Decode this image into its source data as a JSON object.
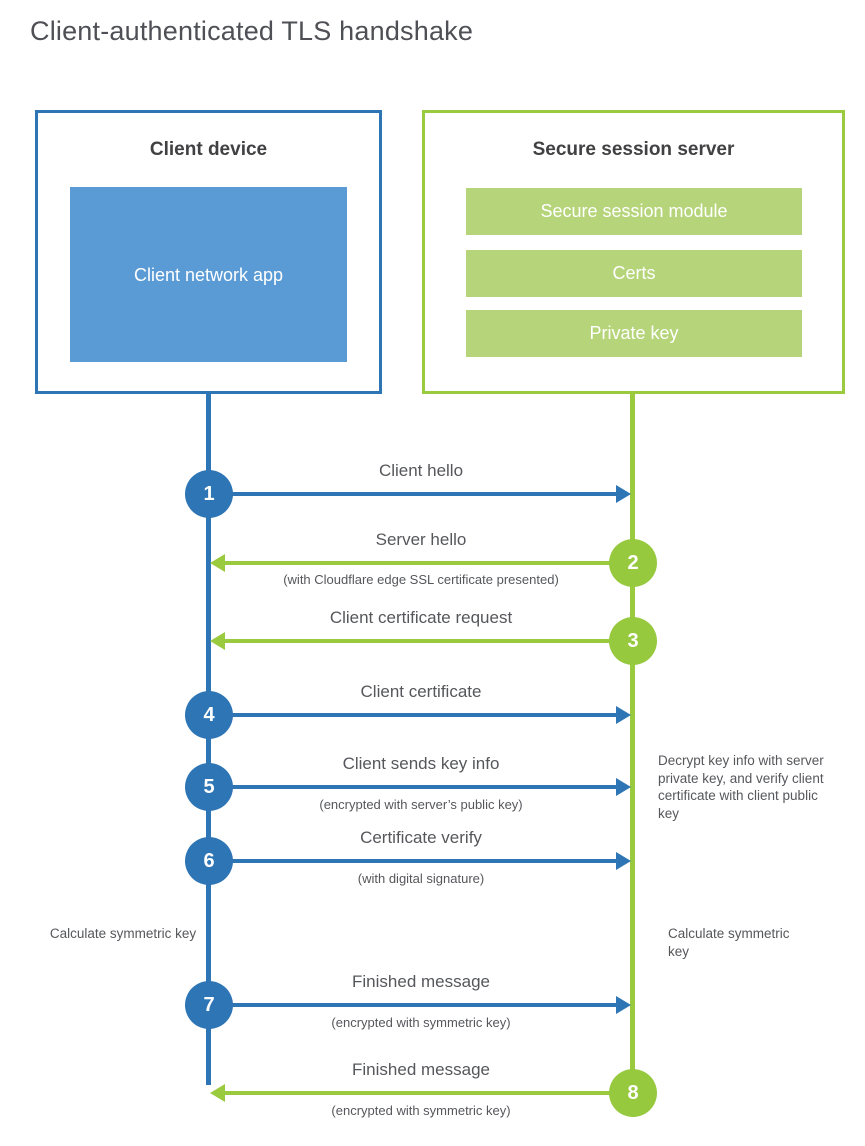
{
  "title": "Client-authenticated TLS handshake",
  "colors": {
    "blue_line": "#2e75b6",
    "blue_fill": "#5b9bd5",
    "green_line": "#9aca3e",
    "green_circle": "#97c93f",
    "green_fill": "#b6d57a",
    "heading_text": "#414042",
    "label_text": "#56575b",
    "white_text": "#ffffff"
  },
  "client_box": {
    "title": "Client device",
    "app_label": "Client network app"
  },
  "server_box": {
    "title": "Secure session server",
    "modules": [
      "Secure session module",
      "Certs",
      "Private key"
    ]
  },
  "steps": [
    {
      "num": "1",
      "actor": "client",
      "direction": "right",
      "label": "Client hello",
      "sub": ""
    },
    {
      "num": "2",
      "actor": "server",
      "direction": "left",
      "label": "Server hello",
      "sub": "(with Cloudflare edge SSL certificate presented)"
    },
    {
      "num": "3",
      "actor": "server",
      "direction": "left",
      "label": "Client certificate request",
      "sub": ""
    },
    {
      "num": "4",
      "actor": "client",
      "direction": "right",
      "label": "Client certificate",
      "sub": ""
    },
    {
      "num": "5",
      "actor": "client",
      "direction": "right",
      "label": "Client sends key info",
      "sub": "(encrypted with server’s public key)"
    },
    {
      "num": "6",
      "actor": "client",
      "direction": "right",
      "label": "Certificate verify",
      "sub": "(with digital signature)"
    },
    {
      "num": "7",
      "actor": "client",
      "direction": "right",
      "label": "Finished message",
      "sub": "(encrypted with symmetric key)"
    },
    {
      "num": "8",
      "actor": "server",
      "direction": "left",
      "label": "Finished message",
      "sub": "(encrypted with symmetric key)"
    }
  ],
  "annotations": {
    "calc_left": "Calculate symmetric key",
    "calc_right": "Calculate symmetric key",
    "decrypt_note": "Decrypt key info with server private key, and verify client certificate with client public key"
  }
}
